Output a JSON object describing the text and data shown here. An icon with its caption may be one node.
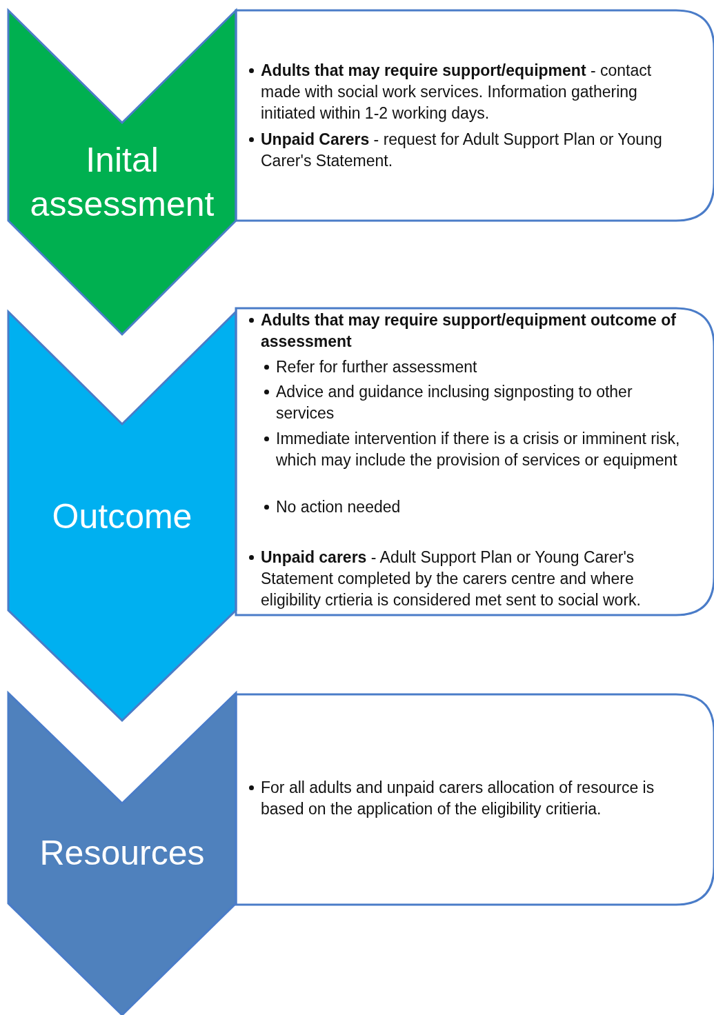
{
  "diagram": {
    "nodes": [
      {
        "text": [
          "Inital assessment"
        ]
      },
      {
        "text": [
          "**Adults that may require support/equipment** - contact made with social work services. Information gathering initiated within 1-2 working days.",
          "**Unpaid Carers** - request for Adult Support Plan or Young Carer's Statement."
        ]
      },
      {
        "text": [
          "Outcome"
        ]
      },
      {
        "text": [
          "**Adults that may require support/equipment outcome of assessment**",
          "Refer for further assessment",
          "Advice and guidance inclusing signposting to other services",
          "Immediate intervention if there is a crisis or imminent risk, which may include the provision of services or equipment",
          "No action needed",
          "**Unpaid carers** - Adult Support Plan or Young Carer's Statement completed by the carers centre and where eligibility crtieria is considered met sent to social work."
        ]
      },
      {
        "text": [
          "Resources"
        ]
      },
      {
        "text": [
          "For all adults and unpaid carers allocation of resource is based on the application of the eligibility critieria."
        ]
      }
    ]
  }
}
